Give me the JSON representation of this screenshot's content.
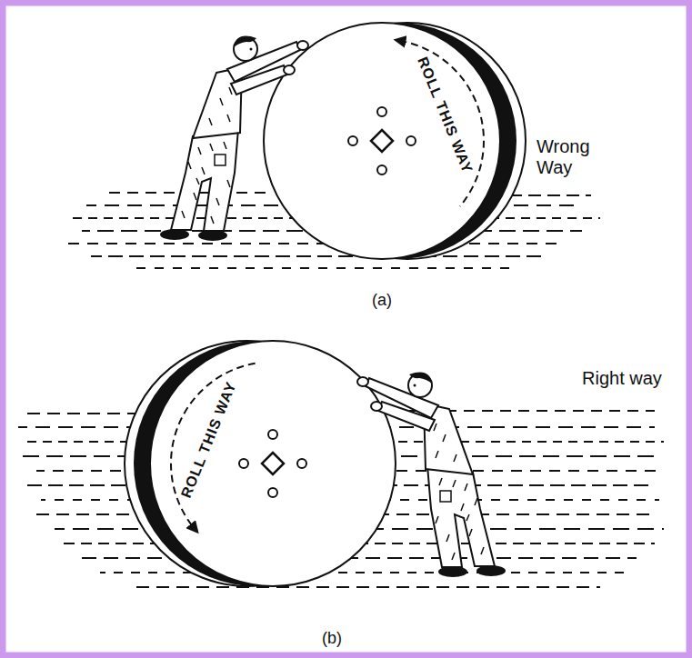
{
  "diagram": {
    "labels": [
      "ROLL THIS WAY",
      "Wrong Way",
      "(a)",
      "ROLL THIS WAY",
      "Right way",
      "(b)"
    ]
  }
}
